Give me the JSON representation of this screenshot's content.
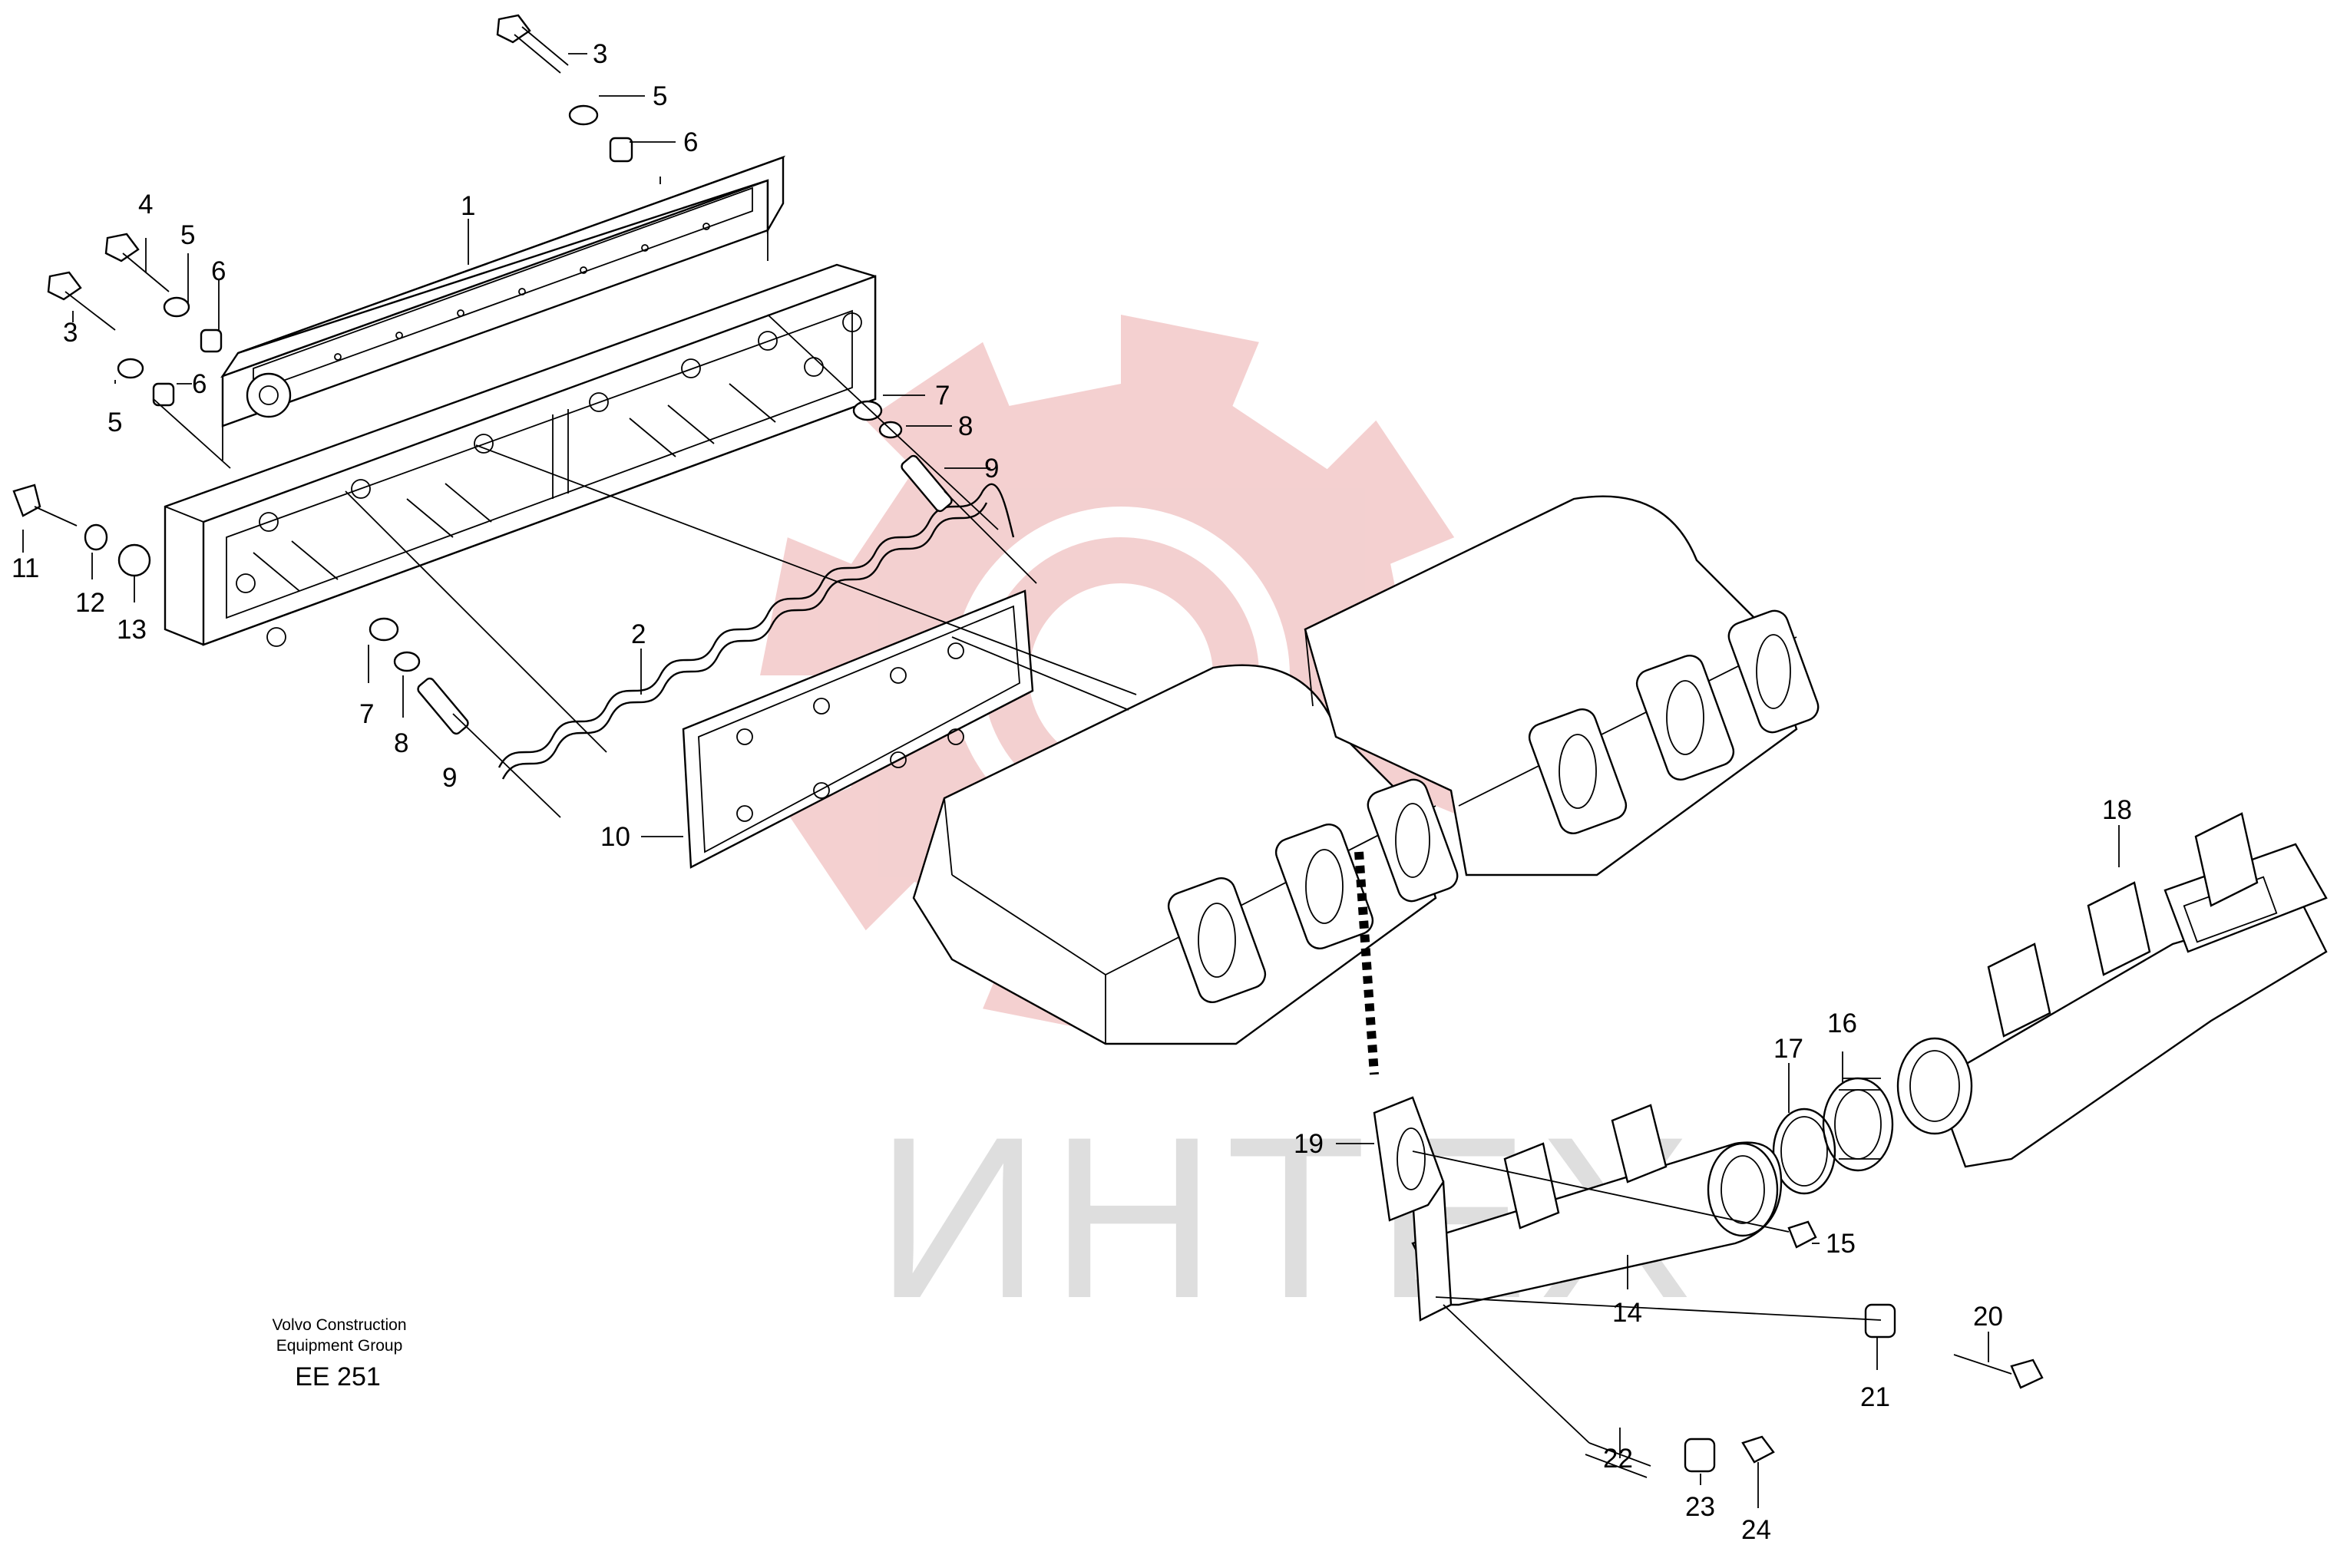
{
  "watermark": {
    "text": "ИНТЕХ",
    "gear_color": "#f2c8c8",
    "text_color": "#d9d9d9"
  },
  "caption": {
    "line1": "Volvo Construction",
    "line2": "Equipment Group",
    "code": "EE 251"
  },
  "callouts": [
    {
      "id": "c3a",
      "label": "3"
    },
    {
      "id": "c5a",
      "label": "5"
    },
    {
      "id": "c6a",
      "label": "6"
    },
    {
      "id": "c1",
      "label": "1"
    },
    {
      "id": "c4",
      "label": "4"
    },
    {
      "id": "c5b",
      "label": "5"
    },
    {
      "id": "c6b",
      "label": "6"
    },
    {
      "id": "c3b",
      "label": "3"
    },
    {
      "id": "c5c",
      "label": "5"
    },
    {
      "id": "c6c",
      "label": "6"
    },
    {
      "id": "c7a",
      "label": "7"
    },
    {
      "id": "c8a",
      "label": "8"
    },
    {
      "id": "c9a",
      "label": "9"
    },
    {
      "id": "c11",
      "label": "11"
    },
    {
      "id": "c12",
      "label": "12"
    },
    {
      "id": "c13",
      "label": "13"
    },
    {
      "id": "c2",
      "label": "2"
    },
    {
      "id": "c7b",
      "label": "7"
    },
    {
      "id": "c8b",
      "label": "8"
    },
    {
      "id": "c9b",
      "label": "9"
    },
    {
      "id": "c10",
      "label": "10"
    },
    {
      "id": "c18",
      "label": "18"
    },
    {
      "id": "c17",
      "label": "17"
    },
    {
      "id": "c16",
      "label": "16"
    },
    {
      "id": "c19",
      "label": "19"
    },
    {
      "id": "c15",
      "label": "15"
    },
    {
      "id": "c14",
      "label": "14"
    },
    {
      "id": "c20",
      "label": "20"
    },
    {
      "id": "c21",
      "label": "21"
    },
    {
      "id": "c22",
      "label": "22"
    },
    {
      "id": "c23",
      "label": "23"
    },
    {
      "id": "c24",
      "label": "24"
    }
  ]
}
